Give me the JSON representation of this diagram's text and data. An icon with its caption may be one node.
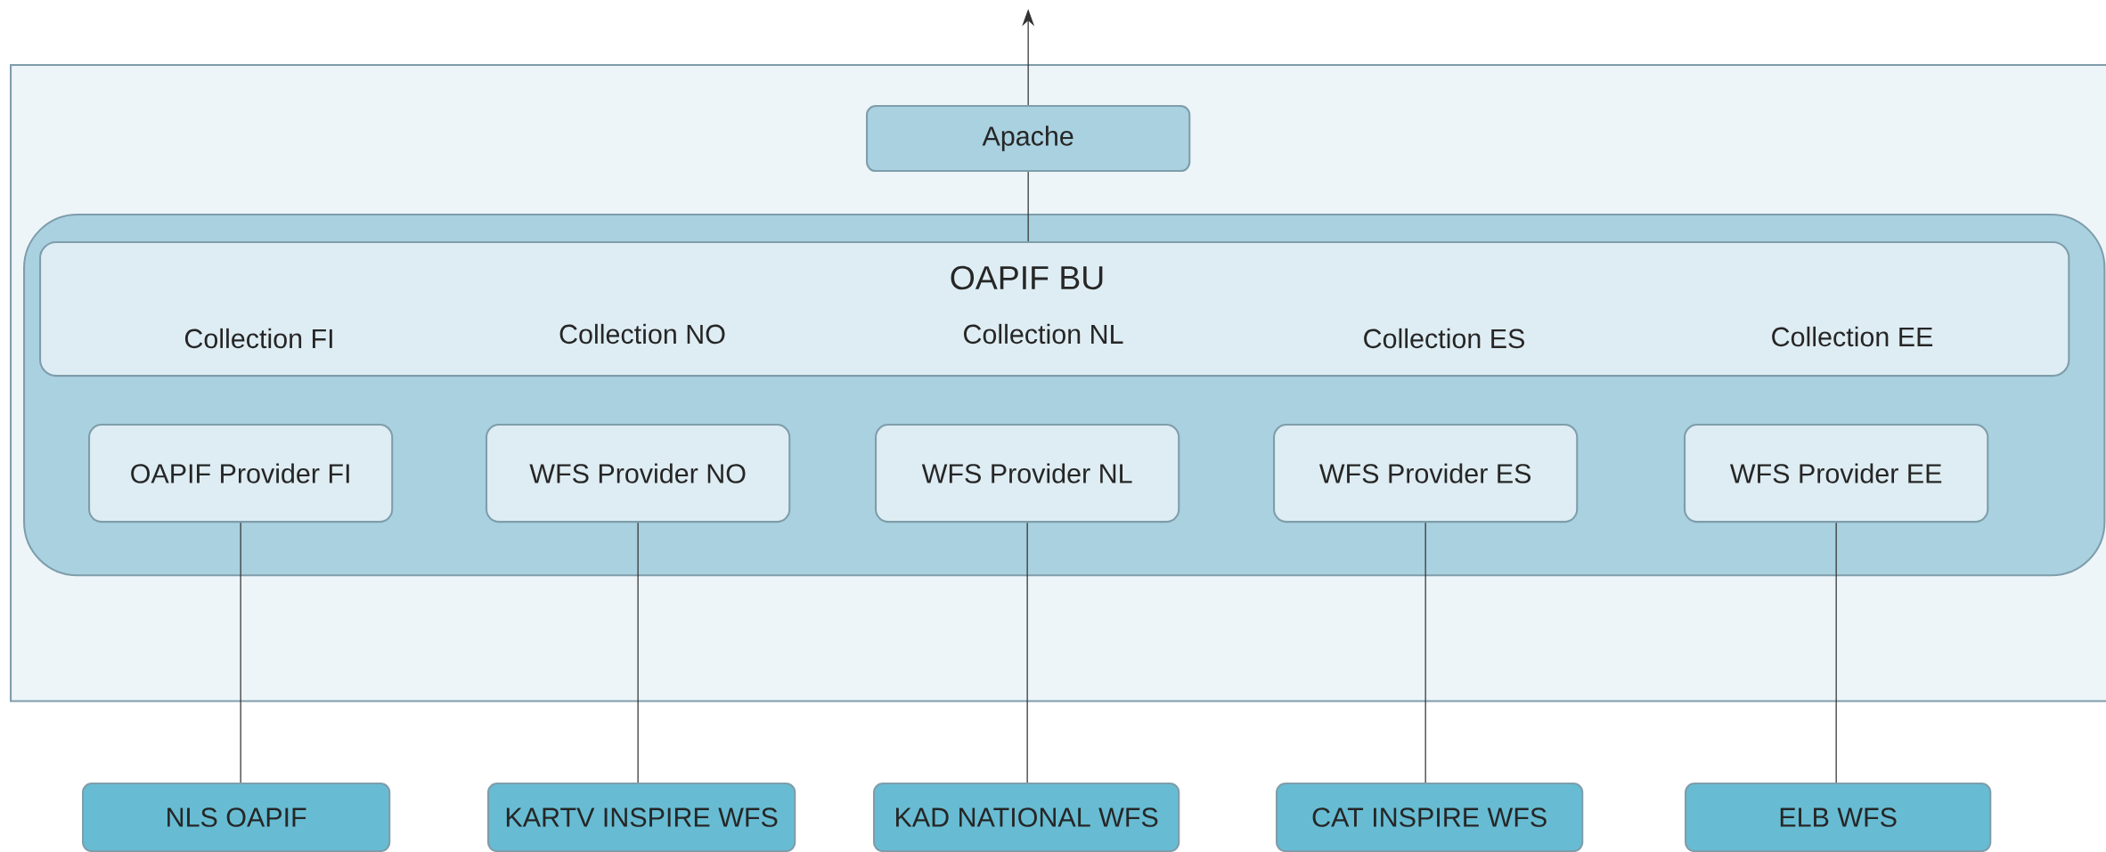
{
  "diagram": {
    "nodes": [
      {
        "text": [],
        "shape": "box"
      },
      {
        "text": [
          "Apache"
        ],
        "in": 0
      },
      {
        "text": [],
        "shape": "box",
        "in": 0
      },
      {
        "text": [
          "OAPIF BU",
          "Collection FI",
          "Collection NO",
          "Collection NL",
          "Collection ES",
          "Collection EE"
        ],
        "in": 2
      },
      {
        "text": [
          "OAPIF Provider FI"
        ],
        "in": 2
      },
      {
        "text": [
          "WFS Provider NO"
        ],
        "in": 2
      },
      {
        "text": [
          "WFS Provider NL"
        ],
        "in": 2
      },
      {
        "text": [
          "WFS Provider ES"
        ],
        "in": 2
      },
      {
        "text": [
          "WFS Provider EE"
        ],
        "in": 2
      },
      {
        "text": [
          "NLS OAPIF"
        ]
      },
      {
        "text": [
          "KARTV INSPIRE WFS"
        ]
      },
      {
        "text": [
          "KAD NATIONAL WFS"
        ]
      },
      {
        "text": [
          "CAT INSPIRE WFS"
        ]
      },
      {
        "text": [
          "ELB WFS"
        ]
      }
    ],
    "edges": [
      {
        "from": 1,
        "to": null,
        "arrow": "to"
      },
      {
        "from": 1,
        "to": 3,
        "arrow": "none"
      },
      {
        "from": 4,
        "to": 9,
        "arrow": "none"
      },
      {
        "from": 5,
        "to": 10,
        "arrow": "none"
      },
      {
        "from": 6,
        "to": 11,
        "arrow": "none"
      },
      {
        "from": 7,
        "to": 12,
        "arrow": "none"
      },
      {
        "from": 8,
        "to": 13,
        "arrow": "none"
      }
    ]
  }
}
